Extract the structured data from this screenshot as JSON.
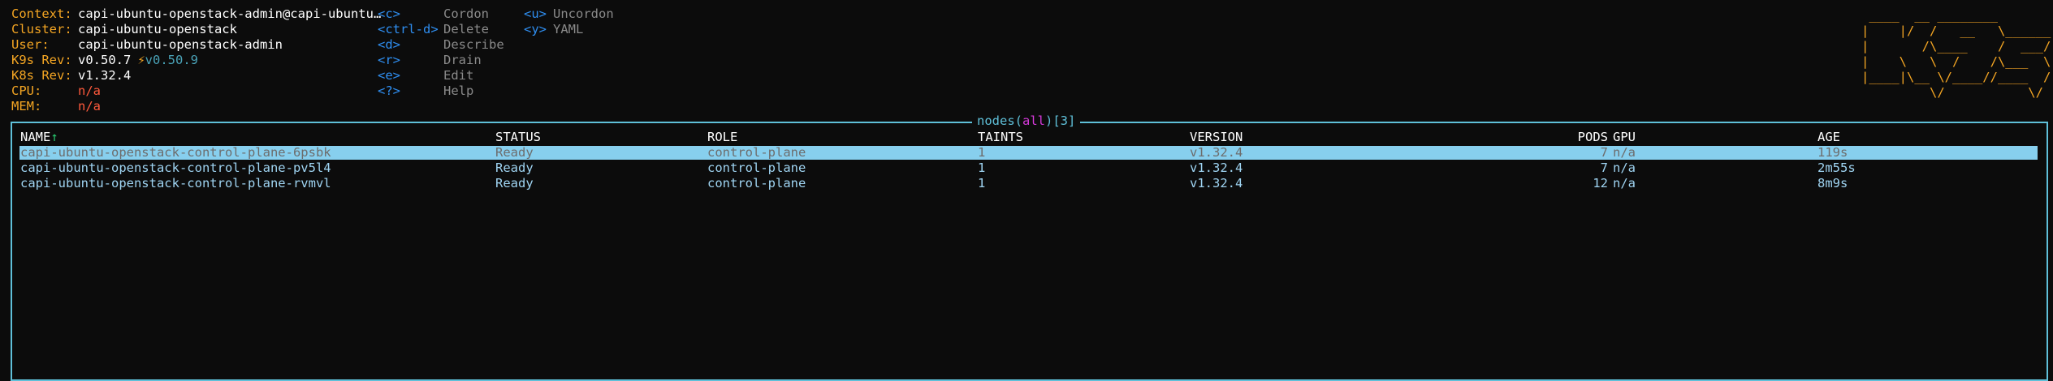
{
  "header": {
    "info": [
      {
        "key": "Context:",
        "value": "capi-ubuntu-openstack-admin@capi-ubuntu…",
        "tone": "white"
      },
      {
        "key": "Cluster:",
        "value": "capi-ubuntu-openstack",
        "tone": "white"
      },
      {
        "key": "User:",
        "value": "capi-ubuntu-openstack-admin",
        "tone": "white"
      },
      {
        "key": "K9s Rev:",
        "value": "v0.50.7",
        "tone": "white",
        "upgrade": "v0.50.9"
      },
      {
        "key": "K8s Rev:",
        "value": "v1.32.4",
        "tone": "white"
      },
      {
        "key": "CPU:",
        "value": "n/a",
        "tone": "red"
      },
      {
        "key": "MEM:",
        "value": "n/a",
        "tone": "red"
      }
    ],
    "upgrade_icon": "lightning-bolt",
    "shortcuts_col1": [
      {
        "key": "<c>",
        "label": "Cordon"
      },
      {
        "key": "<ctrl-d>",
        "label": "Delete"
      },
      {
        "key": "<d>",
        "label": "Describe"
      },
      {
        "key": "<r>",
        "label": "Drain"
      },
      {
        "key": "<e>",
        "label": "Edit"
      },
      {
        "key": "<?>",
        "label": "Help"
      }
    ],
    "shortcuts_col2": [
      {
        "key": "<u>",
        "label": "Uncordon"
      },
      {
        "key": "<y>",
        "label": "YAML"
      }
    ],
    "logo_ascii": " ____  __ ________\n|    |/  /   __   \\______\n|       /\\____    /  ___/\n|    \\   \\  /    /\\___  \\\n|____|\\__ \\/____//____  /\n         \\/           \\/"
  },
  "table": {
    "title_prefix": "nodes(",
    "title_filter": "all",
    "title_mid": ")[",
    "title_count": "3",
    "title_suffix": "]",
    "columns": {
      "name": "NAME",
      "name_sort": "↑",
      "status": "STATUS",
      "role": "ROLE",
      "taints": "TAINTS",
      "version": "VERSION",
      "pods": "PODS",
      "gpu": "GPU",
      "age": "AGE"
    },
    "rows": [
      {
        "name": "capi-ubuntu-openstack-control-plane-6psbk",
        "status": "Ready",
        "role": "control-plane",
        "taints": "1",
        "version": "v1.32.4",
        "pods": "7",
        "gpu": "n/a",
        "age": "119s",
        "selected": true
      },
      {
        "name": "capi-ubuntu-openstack-control-plane-pv5l4",
        "status": "Ready",
        "role": "control-plane",
        "taints": "1",
        "version": "v1.32.4",
        "pods": "7",
        "gpu": "n/a",
        "age": "2m55s",
        "selected": false
      },
      {
        "name": "capi-ubuntu-openstack-control-plane-rvmvl",
        "status": "Ready",
        "role": "control-plane",
        "taints": "1",
        "version": "v1.32.4",
        "pods": "12",
        "gpu": "n/a",
        "age": "8m9s",
        "selected": false
      }
    ]
  },
  "colors": {
    "accent": "#f5a623",
    "key_blue": "#2f8ff2",
    "frame": "#5fc0d9",
    "filter_magenta": "#d63adb",
    "selected_bg": "#87cfee",
    "row_text": "#9fd4f2",
    "value_red": "#ff5a3c"
  }
}
